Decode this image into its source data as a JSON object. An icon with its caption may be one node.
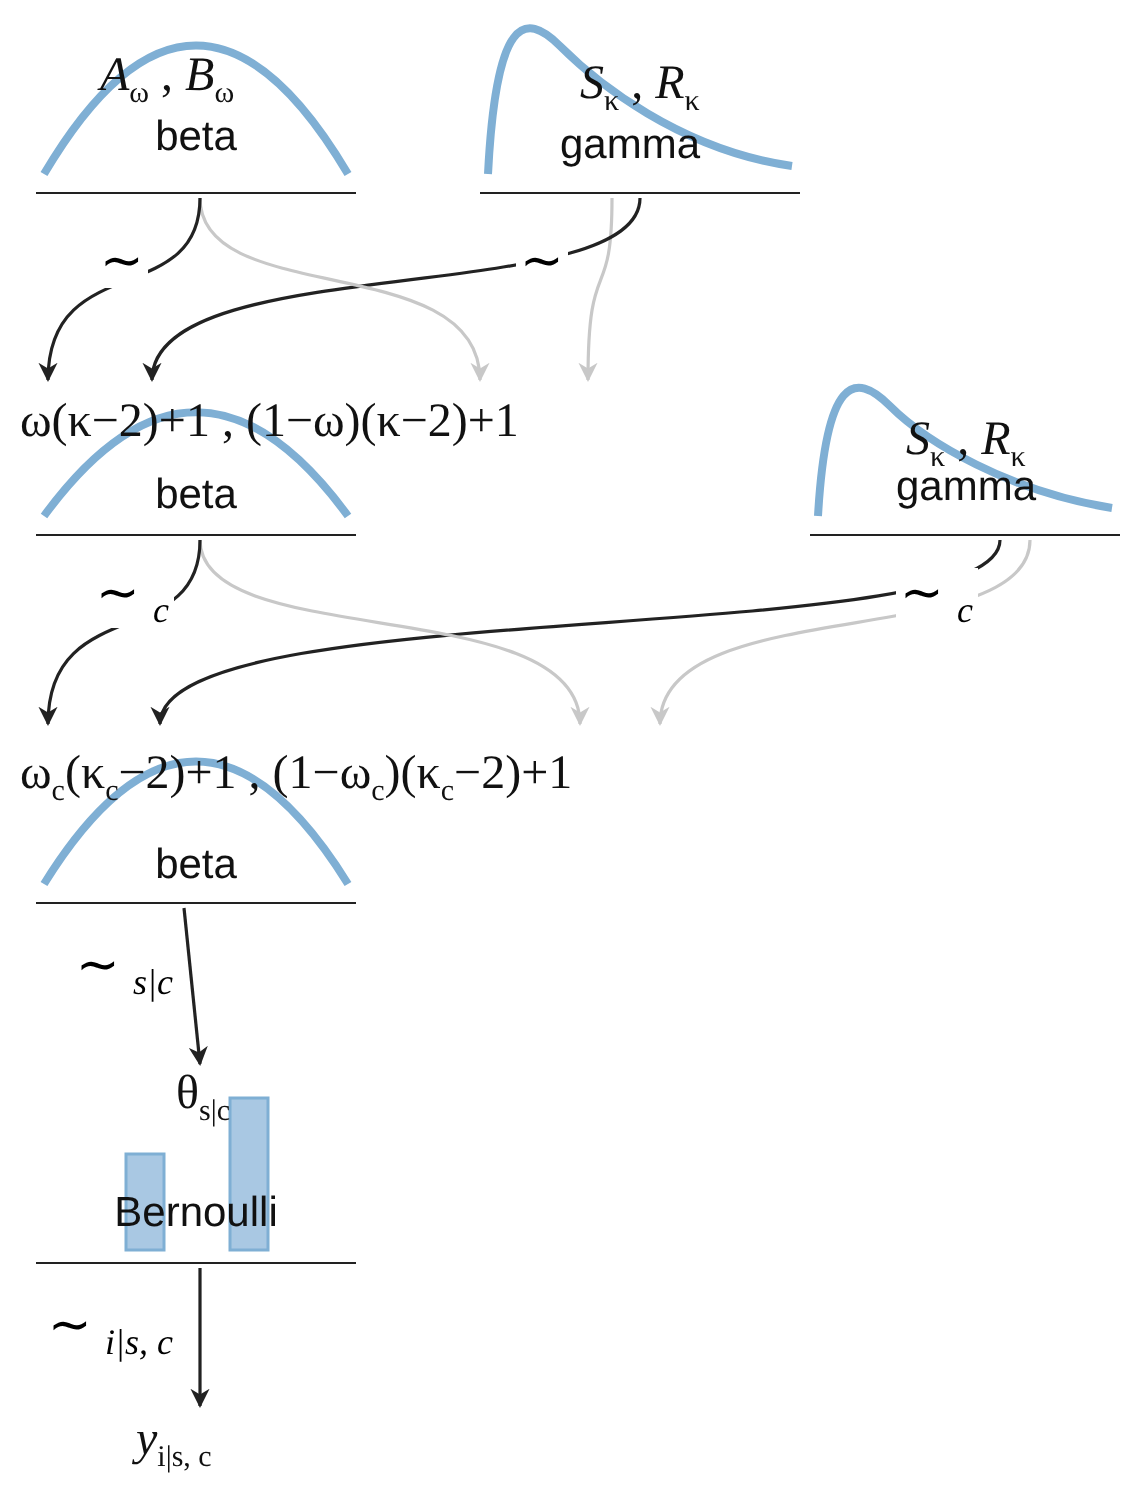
{
  "diagram": {
    "nodes": [
      {
        "text": [
          "*A*$_{ω}$ , *B*$_{ω}$",
          "beta"
        ]
      },
      {
        "text": [
          "*S*$_{κ}$ , *R*$_{κ}$",
          "gamma"
        ]
      },
      {
        "text": [
          "ω(κ−2)+1 , (1−ω)(κ−2)+1",
          "beta"
        ]
      },
      {
        "text": [
          "*S*$_{κ}$ , *R*$_{κ}$",
          "gamma"
        ]
      },
      {
        "text": [
          "ω$_{c}$(κ$_{c}$−2)+1 , (1−ω$_{c}$)(κ$_{c}$−2)+1",
          "beta"
        ]
      },
      {
        "text": [
          "θ$_{s|c}$",
          "Bernoulli"
        ]
      },
      {
        "text": [
          "*y*$_{i|s, c}$"
        ]
      }
    ],
    "edges": [
      {
        "from": 0,
        "to": 2,
        "arrow": "to",
        "label": "∼"
      },
      {
        "from": 0,
        "to": 2,
        "arrow": "to",
        "color": "#c8c8c8"
      },
      {
        "from": 1,
        "to": 2,
        "arrow": "to",
        "label": "∼"
      },
      {
        "from": 1,
        "to": 2,
        "arrow": "to",
        "color": "#c8c8c8"
      },
      {
        "from": 2,
        "to": 4,
        "arrow": "to",
        "label": "∼ $_{c}$"
      },
      {
        "from": 2,
        "to": 4,
        "arrow": "to",
        "color": "#c8c8c8"
      },
      {
        "from": 3,
        "to": 4,
        "arrow": "to",
        "label": "∼ $_{c}$"
      },
      {
        "from": 3,
        "to": 4,
        "arrow": "to",
        "color": "#c8c8c8"
      },
      {
        "from": 4,
        "to": 5,
        "arrow": "to",
        "label": "∼ $_{s|c}$"
      },
      {
        "from": 5,
        "to": 6,
        "arrow": "to",
        "label": "∼ $_{i|s, c}$"
      }
    ]
  }
}
